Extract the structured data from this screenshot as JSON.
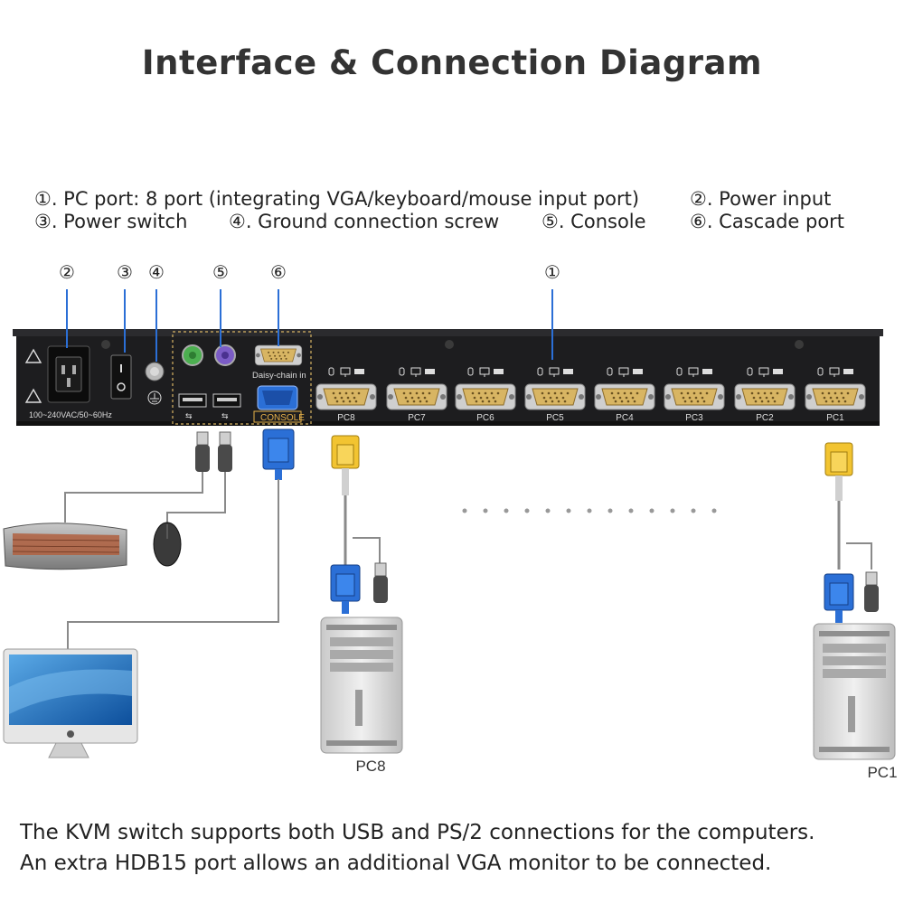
{
  "title": "Interface & Connection Diagram",
  "legend": [
    {
      "marker": "①",
      "text": ". PC port: 8 port (integrating VGA/keyboard/mouse input port)"
    },
    {
      "marker": "②",
      "text": ". Power input"
    },
    {
      "marker": "③",
      "text": ". Power switch"
    },
    {
      "marker": "④",
      "text": ". Ground connection screw"
    },
    {
      "marker": "⑤",
      "text": ". Console"
    },
    {
      "marker": "⑥",
      "text": ". Cascade port"
    }
  ],
  "callouts": {
    "c2": "②",
    "c3": "③",
    "c4": "④",
    "c5": "⑤",
    "c6": "⑥",
    "c1": "①"
  },
  "panel": {
    "power_rating": "100~240VAC/50~60Hz",
    "daisy_chain": "Daisy-chain in",
    "console": "CONSOLE",
    "ports": [
      "PC8",
      "PC7",
      "PC6",
      "PC5",
      "PC4",
      "PC3",
      "PC2",
      "PC1"
    ]
  },
  "computers": {
    "left": "PC8",
    "right": "PC1"
  },
  "caption": [
    "The KVM switch supports both USB and PS/2 connections for the computers.",
    "An extra HDB15 port allows an additional VGA monitor to be connected."
  ],
  "colors": {
    "panel": "#1d1d1f",
    "port_gold": "#d8b563",
    "vga_blue": "#2b6fd6",
    "connector_yellow": "#f2c431",
    "cable": "#8a8a8a",
    "console_label": "#e8b24a"
  },
  "icons": [
    "warning-icon",
    "ground-icon",
    "usb-icon",
    "keyboard-icon",
    "mouse-icon",
    "monitor-icon",
    "tower-pc-icon",
    "apple-logo-icon"
  ]
}
